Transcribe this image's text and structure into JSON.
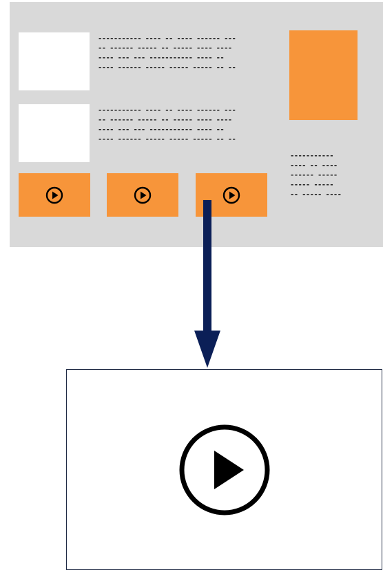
{
  "colors": {
    "panel": "#d9d9d9",
    "accent": "#f7953a",
    "arrow": "#0b1f57",
    "icon": "#000000",
    "player_border": "#1f2a44"
  },
  "wireframe": {
    "text_blocks": [
      "----------- ---- -- ---- ------ ---\n-- ------ ----- -- ----- ---- ----\n---- --- --- ----------- ---- --\n---- ------ ----- ----- ----- -- --",
      "----------- ---- -- ---- ------ ---\n-- ------ ----- -- ----- ---- ----\n---- --- --- ----------- ---- --\n---- ------ ----- ----- ----- -- --"
    ],
    "side_text": "-----------\n---- -- ----\n------ -----\n----- -----\n-- ----- ----",
    "video_buttons": [
      {
        "icon": "play-circle-icon"
      },
      {
        "icon": "play-circle-icon"
      },
      {
        "icon": "play-circle-icon"
      }
    ]
  },
  "arrow": {
    "icon": "arrow-down"
  },
  "player": {
    "icon": "play-circle-icon"
  }
}
